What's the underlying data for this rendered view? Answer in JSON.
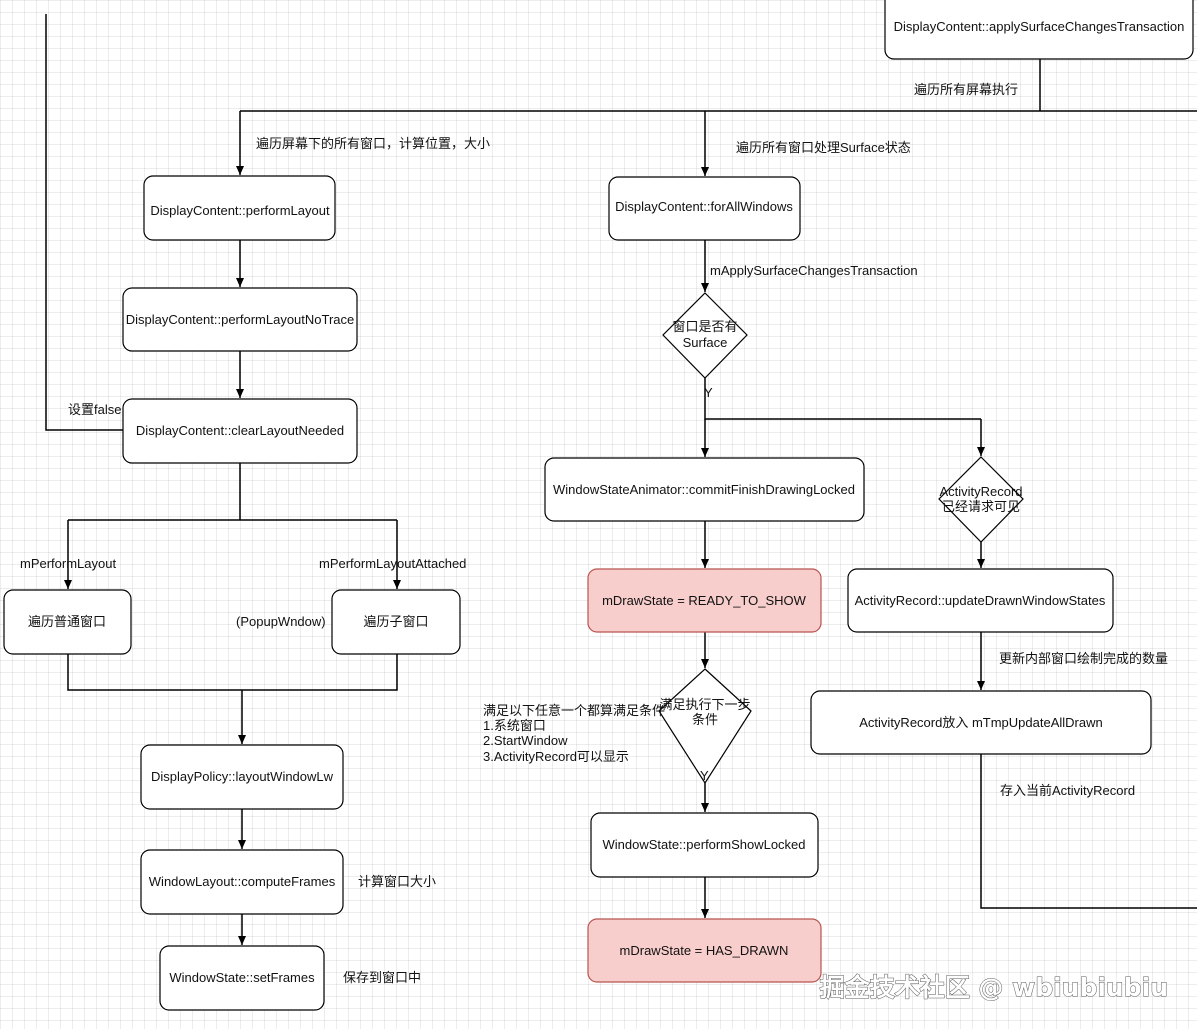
{
  "nodes": {
    "apply_surface": "DisplayContent::applySurfaceChangesTransaction",
    "perform_layout": "DisplayContent::performLayout",
    "perform_layout_no_trace": "DisplayContent::performLayoutNoTrace",
    "clear_layout_needed": "DisplayContent::clearLayoutNeeded",
    "traverse_normal": "遍历普通窗口",
    "traverse_child": "遍历子窗口",
    "layout_window_lw": "DisplayPolicy::layoutWindowLw",
    "compute_frames": "WindowLayout::computeFrames",
    "set_frames": "WindowState::setFrames",
    "for_all_windows": "DisplayContent::forAllWindows",
    "has_surface": [
      "窗口是否有",
      "Surface"
    ],
    "commit_finish": "WindowStateAnimator::commitFinishDrawingLocked",
    "ready_to_show": "mDrawState = READY_TO_SHOW",
    "meets_condition": [
      "满足执行下一步",
      "条件"
    ],
    "perform_show": "WindowState::performShowLocked",
    "has_drawn": "mDrawState = HAS_DRAWN",
    "activity_visible": [
      "ActivityRecord",
      "已经请求可见"
    ],
    "update_drawn": "ActivityRecord::updateDrawnWindowStates",
    "tmp_update": "ActivityRecord放入 mTmpUpdateAllDrawn"
  },
  "labels": {
    "traverse_all_screens": "遍历所有屏幕执行",
    "traverse_screen_windows": "遍历屏幕下的所有窗口，计算位置，大小",
    "traverse_surface_state": "遍历所有窗口处理Surface状态",
    "m_apply": "mApplySurfaceChangesTransaction",
    "set_false": "设置false",
    "m_perform_layout": "mPerformLayout",
    "m_perform_layout_attached": "mPerformLayoutAttached",
    "popup_window": "(PopupWndow)",
    "compute_size": "计算窗口大小",
    "save_to_window": "保存到窗口中",
    "y1": "Y",
    "y2": "Y",
    "condition_title": "满足以下任意一个都算满足条件",
    "condition_1": "1.系统窗口",
    "condition_2": "2.StartWindow",
    "condition_3": "3.ActivityRecord可以显示",
    "update_count": "更新内部窗口绘制完成的数量",
    "save_current": "存入当前ActivityRecord"
  },
  "watermark": "掘金技术社区 @ wbiubiubiu"
}
